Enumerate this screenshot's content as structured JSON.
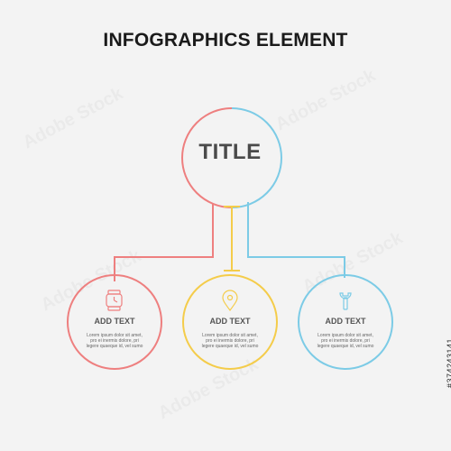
{
  "header": {
    "title": "INFOGRAPHICS ELEMENT"
  },
  "center": {
    "title": "TITLE"
  },
  "nodes": [
    {
      "label": "ADD TEXT",
      "color": "#ee7f7f",
      "icon": "watch-icon",
      "body": [
        "Lorem ipsum dolor sit amet,",
        "pro ei inermis dolore, pri",
        "legere quaeque id, vel sumo"
      ]
    },
    {
      "label": "ADD TEXT",
      "color": "#f4cc4a",
      "icon": "map-pin-icon",
      "body": [
        "Lorem ipsum dolor sit amet,",
        "pro ei inermis dolore, pri",
        "legere quaeque id, vel sumo"
      ]
    },
    {
      "label": "ADD TEXT",
      "color": "#7ccbe6",
      "icon": "wrench-icon",
      "body": [
        "Lorem ipsum dolor sit amet,",
        "pro ei inermis dolore, pri",
        "legere quaeque id, vel sumo"
      ]
    }
  ],
  "colors": {
    "background": "#f3f3f3",
    "red": "#ee7f7f",
    "yellow": "#f4cc4a",
    "blue": "#7ccbe6"
  },
  "stock_id": "#374243141"
}
